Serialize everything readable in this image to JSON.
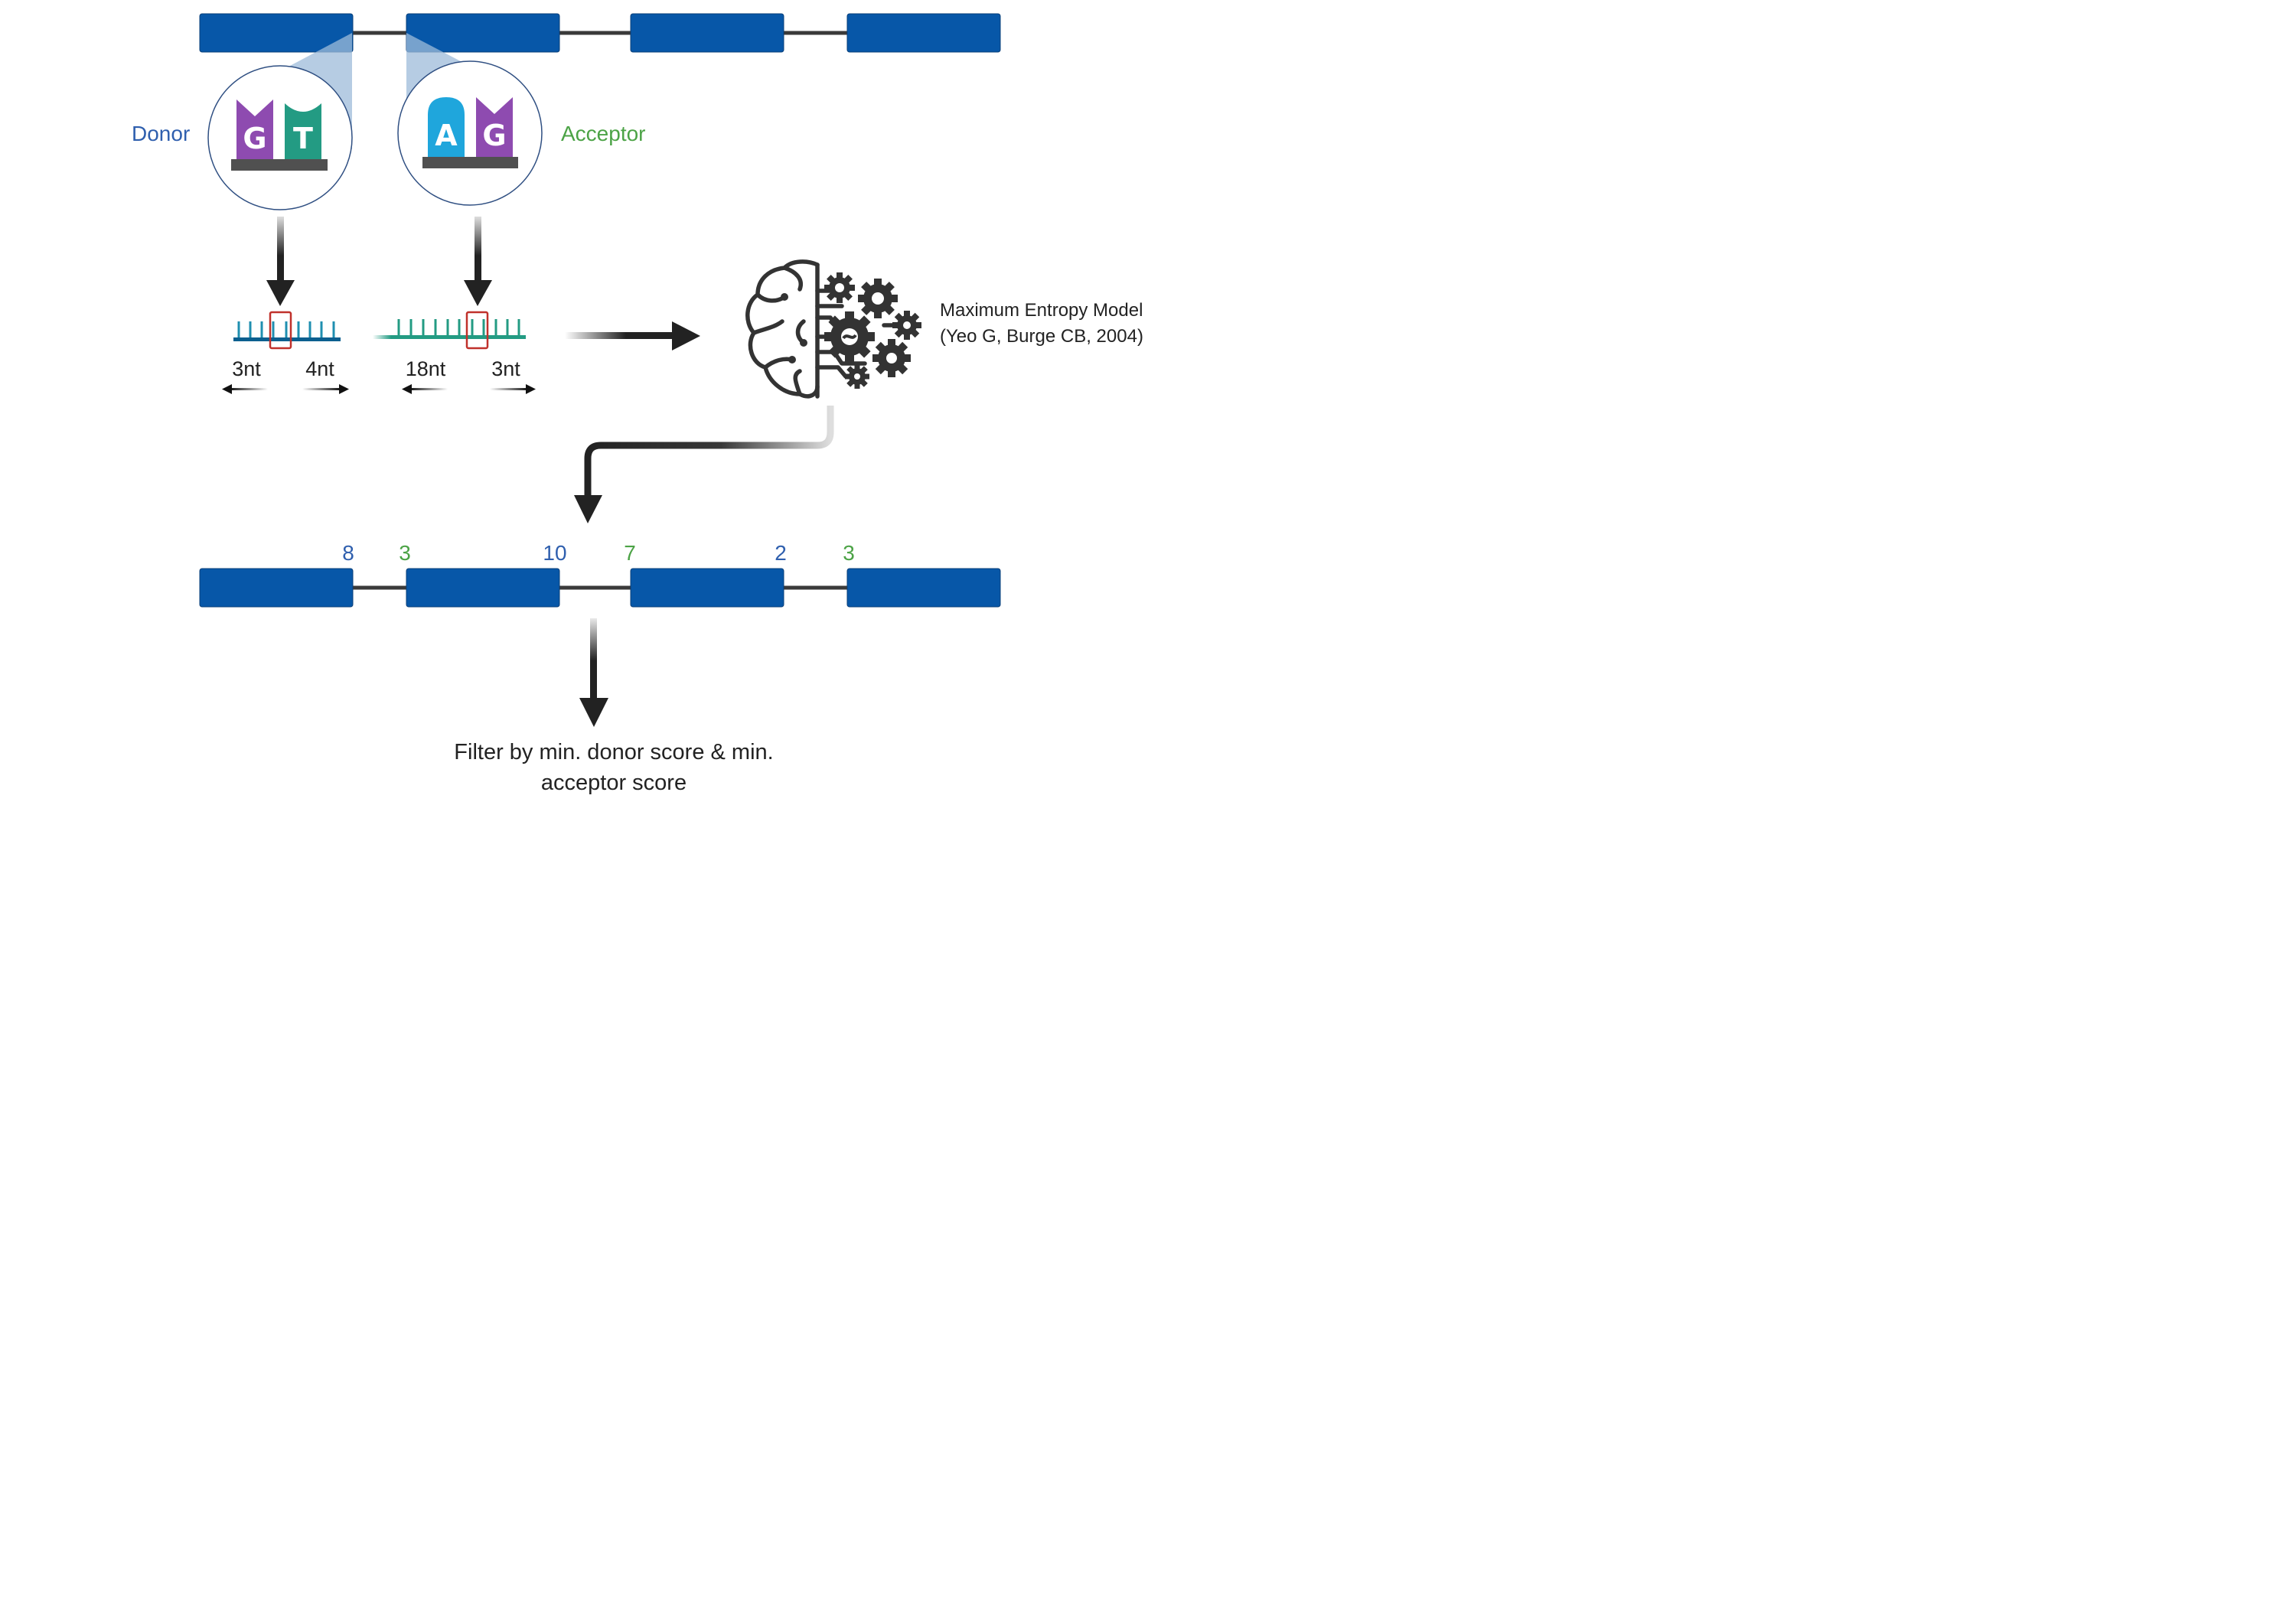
{
  "colors": {
    "exon": "#0757a8",
    "intron": "#3a3a3a",
    "donor": "#2f5fae",
    "acceptor": "#4ca346",
    "guanine": "#8e4bb0",
    "thymine": "#239b83",
    "adenine": "#1fa6dc",
    "highlight": "#c0312b",
    "dark": "#222222"
  },
  "icons": {
    "brain_model": "brain-gears-icon",
    "nucleotide_g": "guanine-block-icon",
    "nucleotide_t": "thymine-block-icon",
    "nucleotide_a": "adenine-block-icon"
  },
  "splice_sites": {
    "donor_label": "Donor",
    "acceptor_label": "Acceptor",
    "donor_bases": [
      "G",
      "T"
    ],
    "acceptor_bases": [
      "A",
      "G"
    ]
  },
  "windows": {
    "donor_upstream": "3nt",
    "donor_downstream": "4nt",
    "acceptor_upstream": "18nt",
    "acceptor_downstream": "3nt"
  },
  "model": {
    "name": "Maximum Entropy Model",
    "citation": "(Yeo G, Burge CB, 2004)"
  },
  "scores": [
    {
      "value": "8",
      "type": "donor"
    },
    {
      "value": "3",
      "type": "acceptor"
    },
    {
      "value": "10",
      "type": "donor"
    },
    {
      "value": "7",
      "type": "acceptor"
    },
    {
      "value": "2",
      "type": "donor"
    },
    {
      "value": "3",
      "type": "acceptor"
    }
  ],
  "filter": {
    "line1": "Filter by min. donor score & min.",
    "line2": "acceptor score"
  }
}
